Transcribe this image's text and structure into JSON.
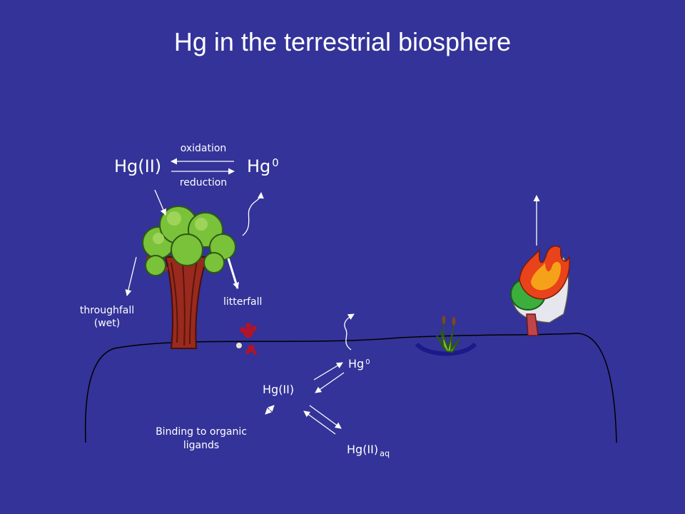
{
  "title": "Hg in the terrestrial biosphere",
  "species": {
    "hg_ii": "Hg(II)",
    "hg_base": "Hg",
    "zero": "0",
    "hg_ii_aq_base": "Hg(II)",
    "aq": "aq"
  },
  "processes": {
    "oxidation": "oxidation",
    "reduction": "reduction",
    "throughfall": "throughfall",
    "throughfall_wet": "(wet)",
    "litterfall": "litterfall",
    "binding_line1": "Binding to organic",
    "binding_line2": "ligands"
  },
  "colors": {
    "background": "#333399",
    "ground_line": "#000000",
    "arrows": "#ffffff",
    "foliage": "#7ac23a",
    "trunk": "#9a2a1e",
    "fire": "#e8431a",
    "wetland": "#1a1a8a"
  }
}
